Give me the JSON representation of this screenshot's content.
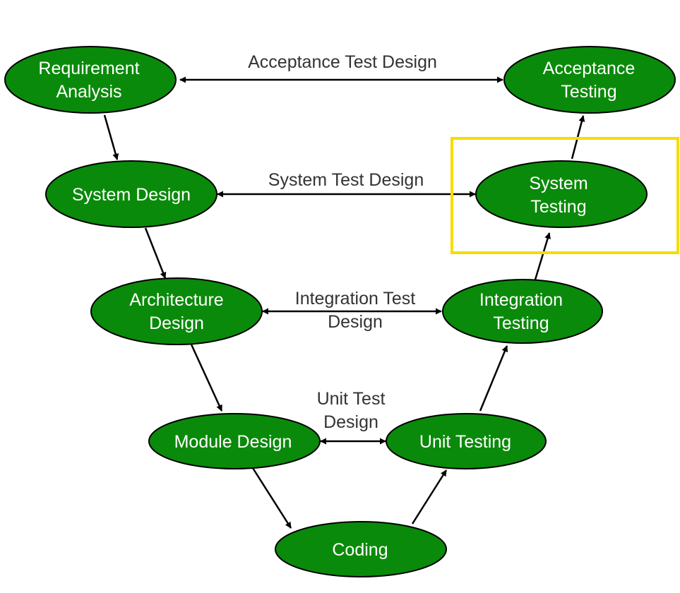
{
  "diagram": {
    "nodes": {
      "requirement_analysis": [
        "Requirement",
        "Analysis"
      ],
      "system_design": [
        "System Design"
      ],
      "architecture_design": [
        "Architecture",
        "Design"
      ],
      "module_design": [
        "Module Design"
      ],
      "coding": [
        "Coding"
      ],
      "unit_testing": [
        "Unit Testing"
      ],
      "integration_testing": [
        "Integration",
        "Testing"
      ],
      "system_testing": [
        "System",
        "Testing"
      ],
      "acceptance_testing": [
        "Acceptance",
        "Testing"
      ]
    },
    "links": {
      "acceptance_test_design": [
        "Acceptance Test Design"
      ],
      "system_test_design": [
        "System Test Design"
      ],
      "integration_test_design": [
        "Integration Test",
        "Design"
      ],
      "unit_test_design": [
        "Unit Test",
        "Design"
      ]
    },
    "highlighted_node": "system_testing",
    "colors": {
      "node_fill": "#0a8a0a",
      "node_text": "#ffffff",
      "highlight": "#f5dd00",
      "arrow": "#000000"
    }
  }
}
